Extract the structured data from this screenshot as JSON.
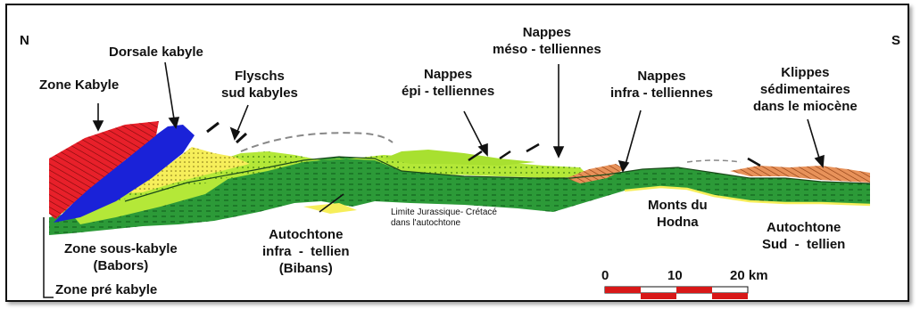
{
  "orientation": {
    "north": "N",
    "south": "S"
  },
  "labels": {
    "zone_kabyle": "Zone  Kabyle",
    "dorsale_kabyle": "Dorsale  kabyle",
    "flyschs": "Flyschs\nsud kabyles",
    "nappes_epi": "Nappes\népi - telliennes",
    "nappes_meso": "Nappes\nméso - telliennes",
    "nappes_infra": "Nappes\ninfra - telliennes",
    "klippes": "Klippes\nsédimentaires\ndans le miocène",
    "zone_sous_kabyle": "Zone sous-kabyle\n(Babors)",
    "zone_pre_kabyle": "Zone  pré kabyle",
    "autochtone_infra": "Autochtone\ninfra  -  tellien\n(Bibans)",
    "limite": "Limite Jurassique- Crétacé\ndans l'autochtone",
    "monts_hodna": "Monts du\nHodna",
    "autochtone_sud": "Autochtone\nSud  -  tellien"
  },
  "scale": {
    "tick0": "0",
    "tick1": "10",
    "tick2": "20 km"
  },
  "colors": {
    "red": "#e8202a",
    "blue": "#1a22d8",
    "yellow": "#f6ee5a",
    "light_green": "#b4e838",
    "dark_green": "#2c9a38",
    "orange": "#e8925a",
    "scale_red": "#d81818"
  }
}
